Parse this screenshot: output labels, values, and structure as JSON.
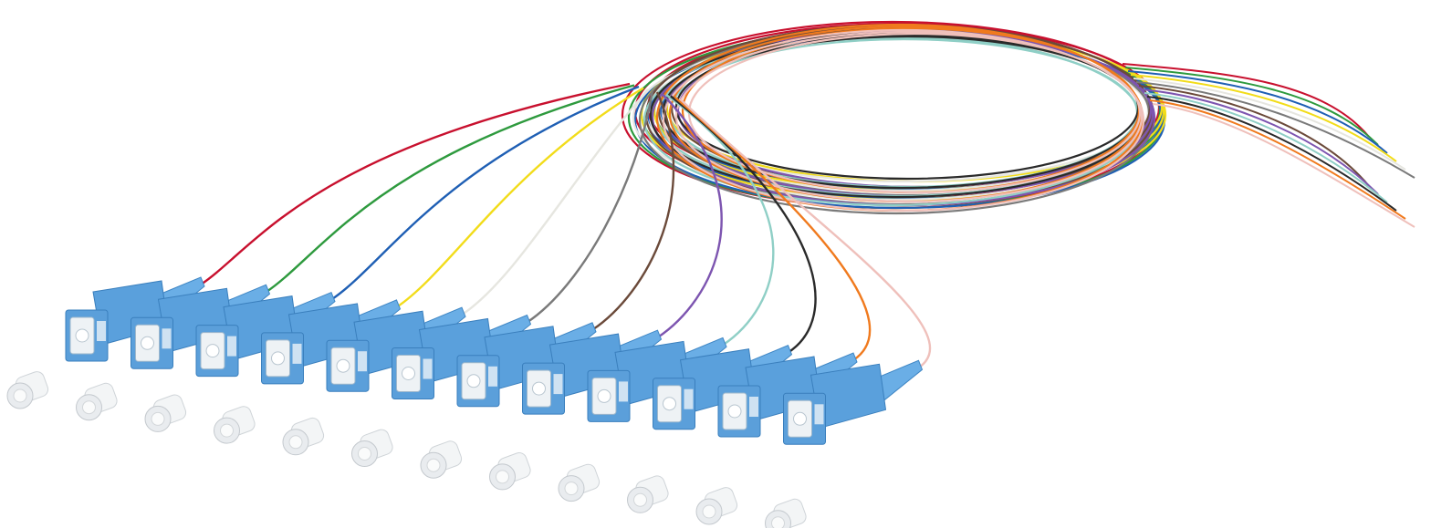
{
  "image": {
    "subject": "fiber-optic-pigtail-set",
    "connector_color": "#5aa0dc",
    "connector_face_color": "#eef2f5",
    "dust_cap_color": "#e9ecef",
    "background": "#ffffff"
  },
  "fibers": [
    {
      "name": "red",
      "color": "#c8102e"
    },
    {
      "name": "green",
      "color": "#2e9a3e"
    },
    {
      "name": "blue",
      "color": "#1f5fb4"
    },
    {
      "name": "yellow",
      "color": "#f2dc1a"
    },
    {
      "name": "white",
      "color": "#e6e6e0"
    },
    {
      "name": "gray",
      "color": "#7a7a7a"
    },
    {
      "name": "brown",
      "color": "#6b4a3a"
    },
    {
      "name": "violet",
      "color": "#7d55b0"
    },
    {
      "name": "turquoise",
      "color": "#8fcfc6"
    },
    {
      "name": "black",
      "color": "#2a2a2a"
    },
    {
      "name": "orange",
      "color": "#f07a1e"
    },
    {
      "name": "pink",
      "color": "#efc0bb"
    }
  ]
}
